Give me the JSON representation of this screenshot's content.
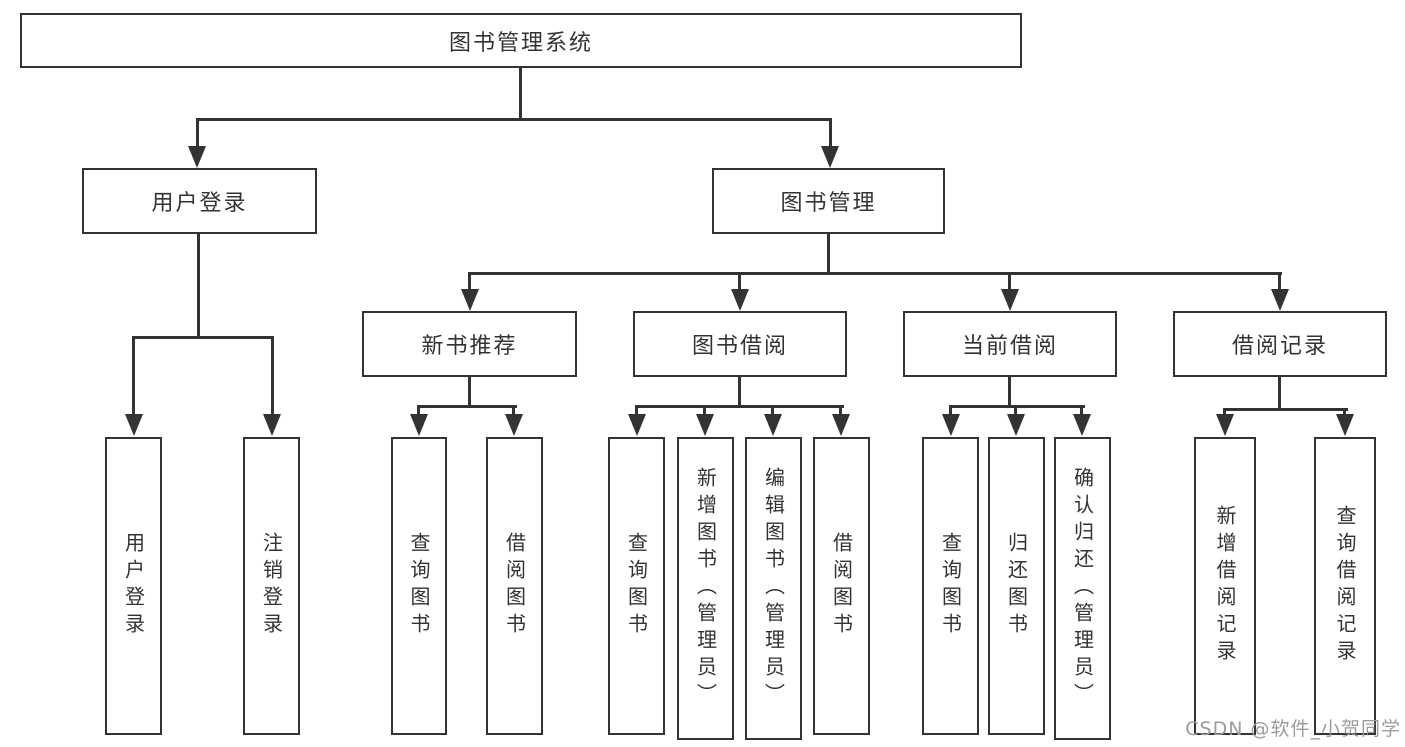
{
  "diagram": {
    "nodes": {
      "root": "图书管理系统",
      "user_login": "用户登录",
      "book_management": "图书管理",
      "new_book_recommend": "新书推荐",
      "book_borrowing": "图书借阅",
      "current_borrowing": "当前借阅",
      "borrowing_records": "借阅记录"
    },
    "leaves": {
      "user_login": [
        "用户登录",
        "注销登录"
      ],
      "new_book_recommend": [
        "查询图书",
        "借阅图书"
      ],
      "book_borrowing": [
        "查询图书",
        "新增图书（管理员）",
        "编辑图书（管理员）",
        "借阅图书"
      ],
      "current_borrowing": [
        "查询图书",
        "归还图书",
        "确认归还（管理员）"
      ],
      "borrowing_records": [
        "新增借阅记录",
        "查询借阅记录"
      ]
    },
    "watermark": "CSDN @软件_小贺同学",
    "colors": {
      "line": "#333333",
      "text": "#333333",
      "box_background": "#ffffff",
      "page_background": "#ffffff",
      "watermark": "#9c9c9c"
    }
  }
}
